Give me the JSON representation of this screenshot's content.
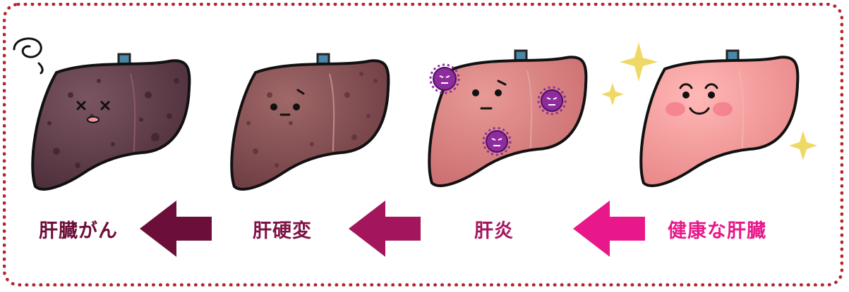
{
  "stages": [
    {
      "label": "肝臓がん",
      "color": "#6b0f3a"
    },
    {
      "label": "肝硬変",
      "color": "#7d1244"
    },
    {
      "label": "肝炎",
      "color": "#a3165d"
    },
    {
      "label": "健康な肝臓",
      "color": "#e8188a"
    }
  ],
  "arrows": [
    {
      "color": "#6b0f3a"
    },
    {
      "color": "#a3165d"
    },
    {
      "color": "#e8188a"
    }
  ],
  "frame_color": "#b3262f"
}
